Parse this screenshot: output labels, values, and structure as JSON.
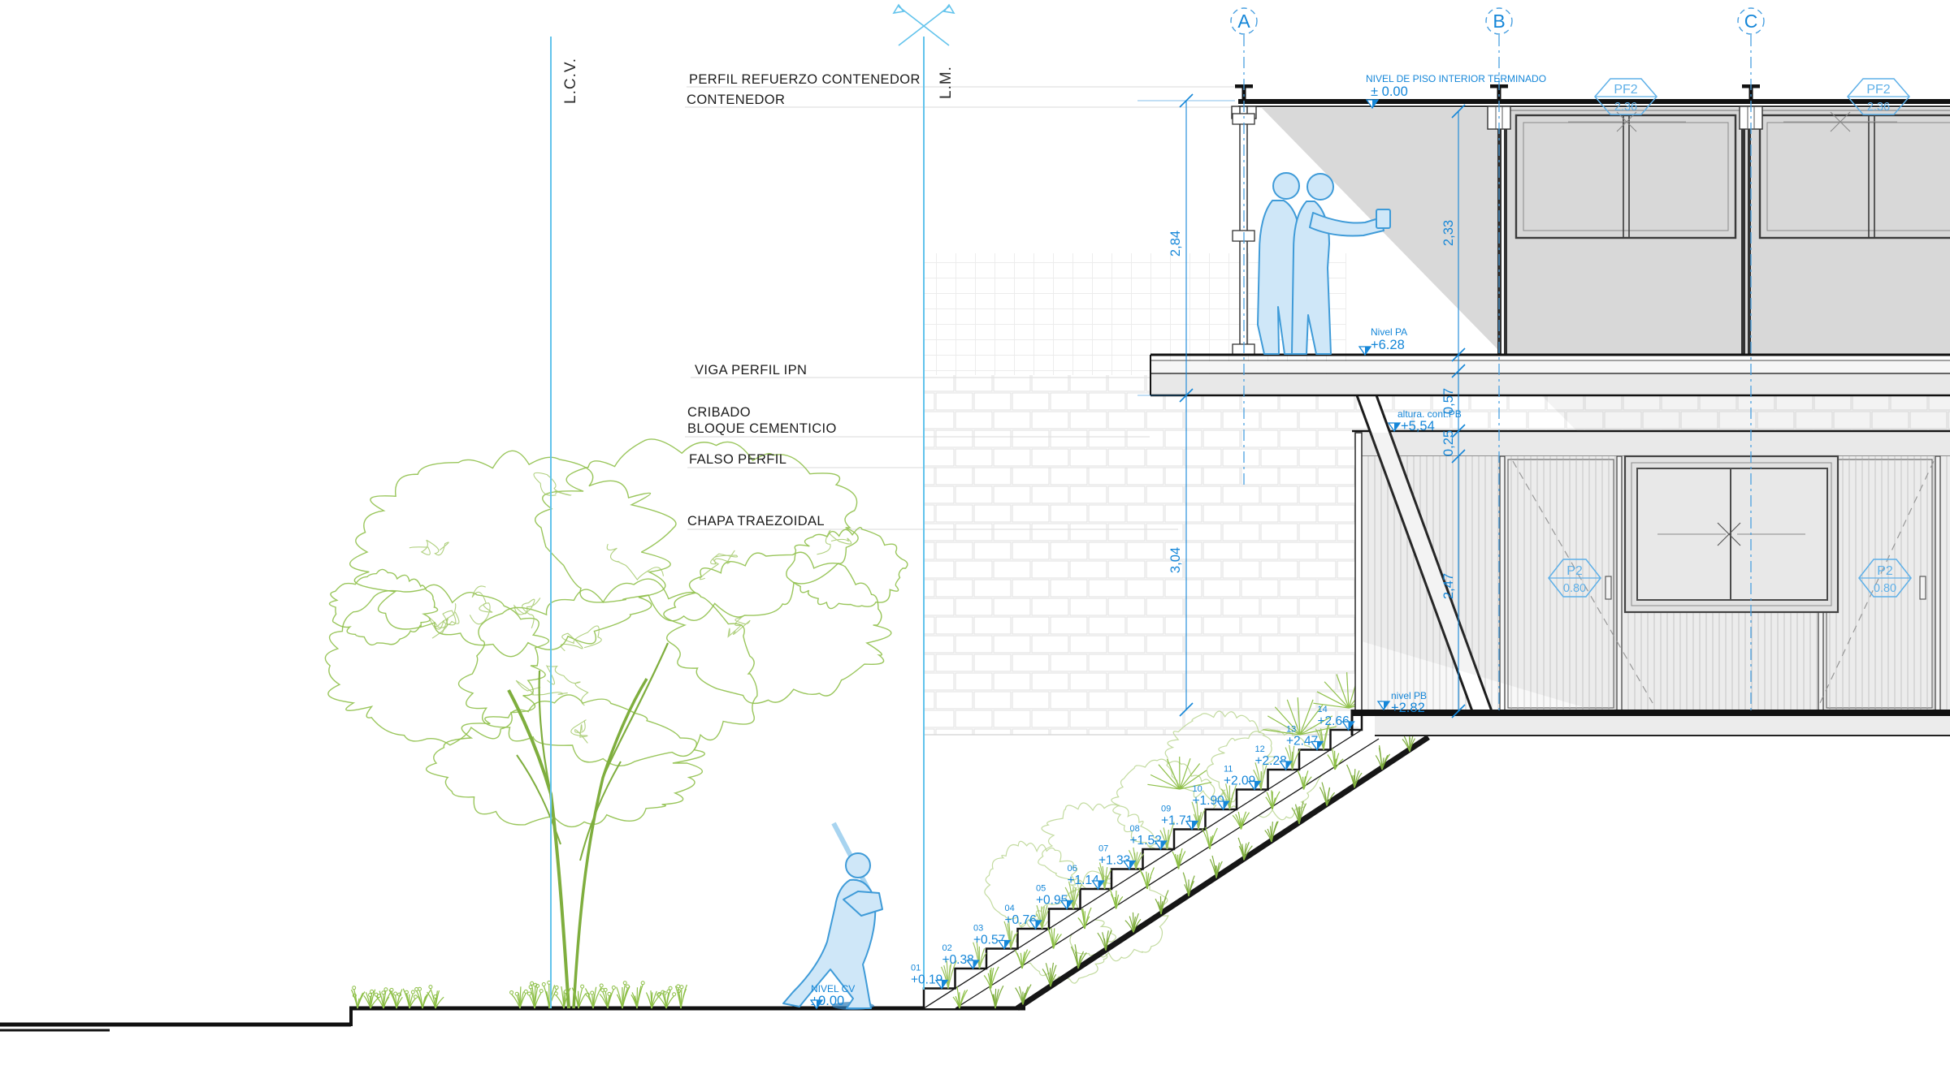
{
  "drawing": {
    "reference_lines": {
      "lcv": "L.C.V.",
      "lm": "L.M."
    },
    "callouts": {
      "perfil_refuerzo": "PERFIL REFUERZO CONTENEDOR",
      "contenedor": "CONTENEDOR",
      "viga": "VIGA PERFIL IPN",
      "cribado": "CRIBADO",
      "bloque": "BLOQUE CEMENTICIO",
      "falso_perfil": "FALSO PERFIL",
      "chapa": "CHAPA TRAEZOIDAL"
    },
    "grid_axes": [
      "A",
      "B",
      "C"
    ],
    "levels": {
      "interior": {
        "label": "NIVEL DE PISO INTERIOR TERMINADO",
        "value": "± 0.00"
      },
      "pa": {
        "label": "Nivel PA",
        "value": "+6.28"
      },
      "altura": {
        "label": "altura. cont.PB",
        "value": "+5,54"
      },
      "pb": {
        "label": "nivel PB",
        "value": "+2.82"
      },
      "cv": {
        "label": "NIVEL CV",
        "value": "±0.00"
      }
    },
    "dimensions": {
      "rail_height": "2,84",
      "upper_interior": "2,33",
      "lower_total": "3,04",
      "floor_depth": "0,57",
      "parapet": "0,25",
      "lower_interior": "2,47"
    },
    "window_tags": {
      "pf2": {
        "code": "PF2",
        "value": "2.36"
      },
      "p2": {
        "code": "P2",
        "value": "0.80"
      }
    },
    "stairs": {
      "steps": [
        {
          "n": "01",
          "level": "+0.19"
        },
        {
          "n": "02",
          "level": "+0.38"
        },
        {
          "n": "03",
          "level": "+0.57"
        },
        {
          "n": "04",
          "level": "+0.76"
        },
        {
          "n": "05",
          "level": "+0.95"
        },
        {
          "n": "06",
          "level": "+1.14"
        },
        {
          "n": "07",
          "level": "+1.33"
        },
        {
          "n": "08",
          "level": "+1.52"
        },
        {
          "n": "09",
          "level": "+1.71"
        },
        {
          "n": "10",
          "level": "+1.90"
        },
        {
          "n": "11",
          "level": "+2.09"
        },
        {
          "n": "12",
          "level": "+2.28"
        },
        {
          "n": "13",
          "level": "+2.47"
        },
        {
          "n": "14",
          "level": "+2.66"
        }
      ]
    },
    "colors": {
      "annotation_blue": "#1486d8",
      "reference_cyan": "#62c3ec",
      "grid_blue": "#4aa0e0",
      "vegetation_green": "#8cbf45",
      "glazing_grey": "#d8d8d8"
    }
  }
}
